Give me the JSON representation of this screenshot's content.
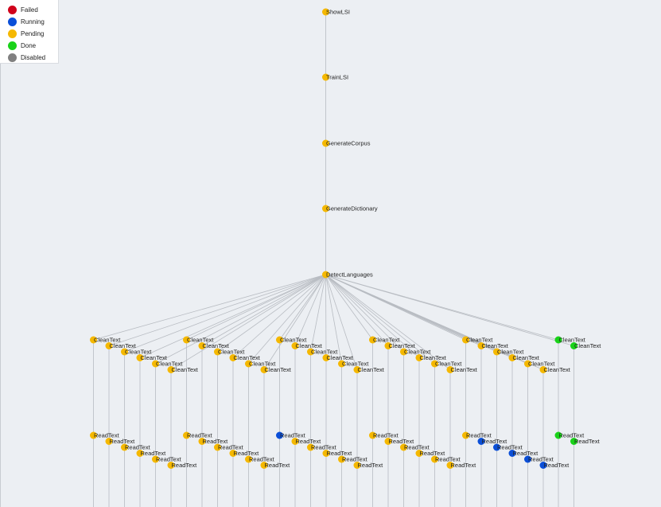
{
  "colors": {
    "failed": "#d0021b",
    "running": "#0b4fd8",
    "pending": "#f5b800",
    "done": "#19d219",
    "disabled": "#808080",
    "edge": "#b8bcc2"
  },
  "legend": [
    {
      "status": "failed",
      "label": "Failed"
    },
    {
      "status": "running",
      "label": "Running"
    },
    {
      "status": "pending",
      "label": "Pending"
    },
    {
      "status": "done",
      "label": "Done"
    },
    {
      "status": "disabled",
      "label": "Disabled"
    }
  ],
  "graph": {
    "chain": [
      {
        "label": "ShowLSI",
        "status": "pending"
      },
      {
        "label": "TrainLSI",
        "status": "pending"
      },
      {
        "label": "GenerateCorpus",
        "status": "pending"
      },
      {
        "label": "GenerateDictionary",
        "status": "pending"
      },
      {
        "label": "DetectLanguages",
        "status": "pending"
      }
    ],
    "groups": [
      {
        "clean": [
          {
            "label": "CleanText",
            "status": "pending"
          },
          {
            "label": "CleanText",
            "status": "pending"
          },
          {
            "label": "CleanText",
            "status": "pending"
          },
          {
            "label": "CleanText",
            "status": "pending"
          },
          {
            "label": "CleanText",
            "status": "pending"
          },
          {
            "label": "CleanText",
            "status": "pending"
          }
        ],
        "read": [
          {
            "label": "ReadText",
            "status": "pending"
          },
          {
            "label": "ReadText",
            "status": "pending"
          },
          {
            "label": "ReadText",
            "status": "pending"
          },
          {
            "label": "ReadText",
            "status": "pending"
          },
          {
            "label": "ReadText",
            "status": "pending"
          },
          {
            "label": "ReadText",
            "status": "pending"
          }
        ]
      },
      {
        "clean": [
          {
            "label": "CleanText",
            "status": "pending"
          },
          {
            "label": "CleanText",
            "status": "pending"
          },
          {
            "label": "CleanText",
            "status": "pending"
          },
          {
            "label": "CleanText",
            "status": "pending"
          },
          {
            "label": "CleanText",
            "status": "pending"
          },
          {
            "label": "CleanText",
            "status": "pending"
          }
        ],
        "read": [
          {
            "label": "ReadText",
            "status": "pending"
          },
          {
            "label": "ReadText",
            "status": "pending"
          },
          {
            "label": "ReadText",
            "status": "pending"
          },
          {
            "label": "ReadText",
            "status": "pending"
          },
          {
            "label": "ReadText",
            "status": "pending"
          },
          {
            "label": "ReadText",
            "status": "pending"
          }
        ]
      },
      {
        "clean": [
          {
            "label": "CleanText",
            "status": "pending"
          },
          {
            "label": "CleanText",
            "status": "pending"
          },
          {
            "label": "CleanText",
            "status": "pending"
          },
          {
            "label": "CleanText",
            "status": "pending"
          },
          {
            "label": "CleanText",
            "status": "pending"
          },
          {
            "label": "CleanText",
            "status": "pending"
          }
        ],
        "read": [
          {
            "label": "ReadText",
            "status": "running"
          },
          {
            "label": "ReadText",
            "status": "pending"
          },
          {
            "label": "ReadText",
            "status": "pending"
          },
          {
            "label": "ReadText",
            "status": "pending"
          },
          {
            "label": "ReadText",
            "status": "pending"
          },
          {
            "label": "ReadText",
            "status": "pending"
          }
        ]
      },
      {
        "clean": [
          {
            "label": "CleanText",
            "status": "pending"
          },
          {
            "label": "CleanText",
            "status": "pending"
          },
          {
            "label": "CleanText",
            "status": "pending"
          },
          {
            "label": "CleanText",
            "status": "pending"
          },
          {
            "label": "CleanText",
            "status": "pending"
          },
          {
            "label": "CleanText",
            "status": "pending"
          }
        ],
        "read": [
          {
            "label": "ReadText",
            "status": "pending"
          },
          {
            "label": "ReadText",
            "status": "pending"
          },
          {
            "label": "ReadText",
            "status": "pending"
          },
          {
            "label": "ReadText",
            "status": "pending"
          },
          {
            "label": "ReadText",
            "status": "pending"
          },
          {
            "label": "ReadText",
            "status": "pending"
          }
        ]
      },
      {
        "clean": [
          {
            "label": "CleanText",
            "status": "pending"
          },
          {
            "label": "CleanText",
            "status": "pending"
          },
          {
            "label": "CleanText",
            "status": "pending"
          },
          {
            "label": "CleanText",
            "status": "pending"
          },
          {
            "label": "CleanText",
            "status": "pending"
          },
          {
            "label": "CleanText",
            "status": "pending"
          }
        ],
        "read": [
          {
            "label": "ReadText",
            "status": "pending"
          },
          {
            "label": "ReadText",
            "status": "running"
          },
          {
            "label": "ReadText",
            "status": "running"
          },
          {
            "label": "ReadText",
            "status": "running"
          },
          {
            "label": "ReadText",
            "status": "running"
          },
          {
            "label": "ReadText",
            "status": "running"
          }
        ]
      },
      {
        "clean": [
          {
            "label": "CleanText",
            "status": "done"
          },
          {
            "label": "CleanText",
            "status": "done"
          }
        ],
        "read": [
          {
            "label": "ReadText",
            "status": "done"
          },
          {
            "label": "ReadText",
            "status": "done"
          }
        ]
      }
    ]
  }
}
